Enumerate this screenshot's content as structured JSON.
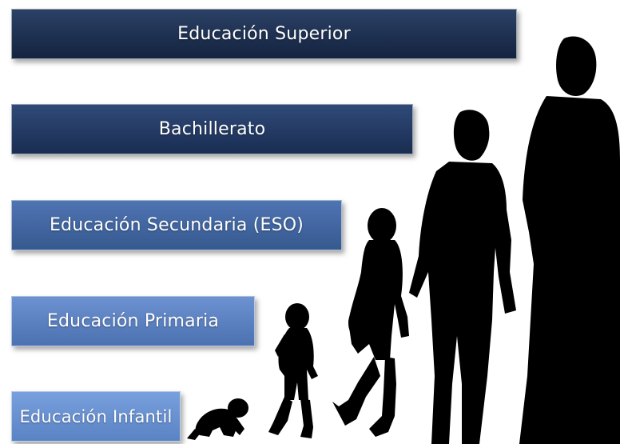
{
  "levels": [
    {
      "key": "superior",
      "label": "Educación Superior",
      "color_top": "#2b4166",
      "color_bottom": "#14233f"
    },
    {
      "key": "bachillerato",
      "label": "Bachillerato",
      "color_top": "#2f4a78",
      "color_bottom": "#1a2d52"
    },
    {
      "key": "eso",
      "label": "Educación Secundaria (ESO)",
      "color_top": "#4f74b3",
      "color_bottom": "#36598f"
    },
    {
      "key": "primaria",
      "label": "Educación Primaria",
      "color_top": "#6d92d2",
      "color_bottom": "#4c71b0"
    },
    {
      "key": "infantil",
      "label": "Educación Infantil",
      "color_top": "#78a0de",
      "color_bottom": "#5a83c4"
    }
  ],
  "figures": [
    "crawling-baby-silhouette",
    "toddler-silhouette",
    "child-silhouette",
    "teen-silhouette",
    "adult-silhouette"
  ],
  "silhouette_color": "#000000"
}
